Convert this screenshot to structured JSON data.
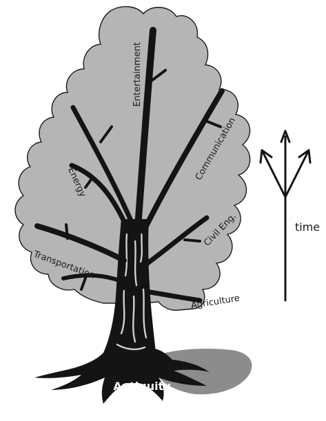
{
  "diagram": {
    "colors": {
      "canopy": "#b5b5b5",
      "canopy_outline": "#1a1a1a",
      "trunk": "#141414",
      "shadow": "#8c8c8c",
      "arrow": "#141414"
    },
    "branches": {
      "entertainment": "Entertainment",
      "communication": "Communication",
      "energy": "Energy",
      "civil": "Civil Eng.",
      "transportation": "Transportation",
      "agriculture": "Agriculture"
    },
    "root_label": "Antiquity",
    "time_label": "time"
  }
}
